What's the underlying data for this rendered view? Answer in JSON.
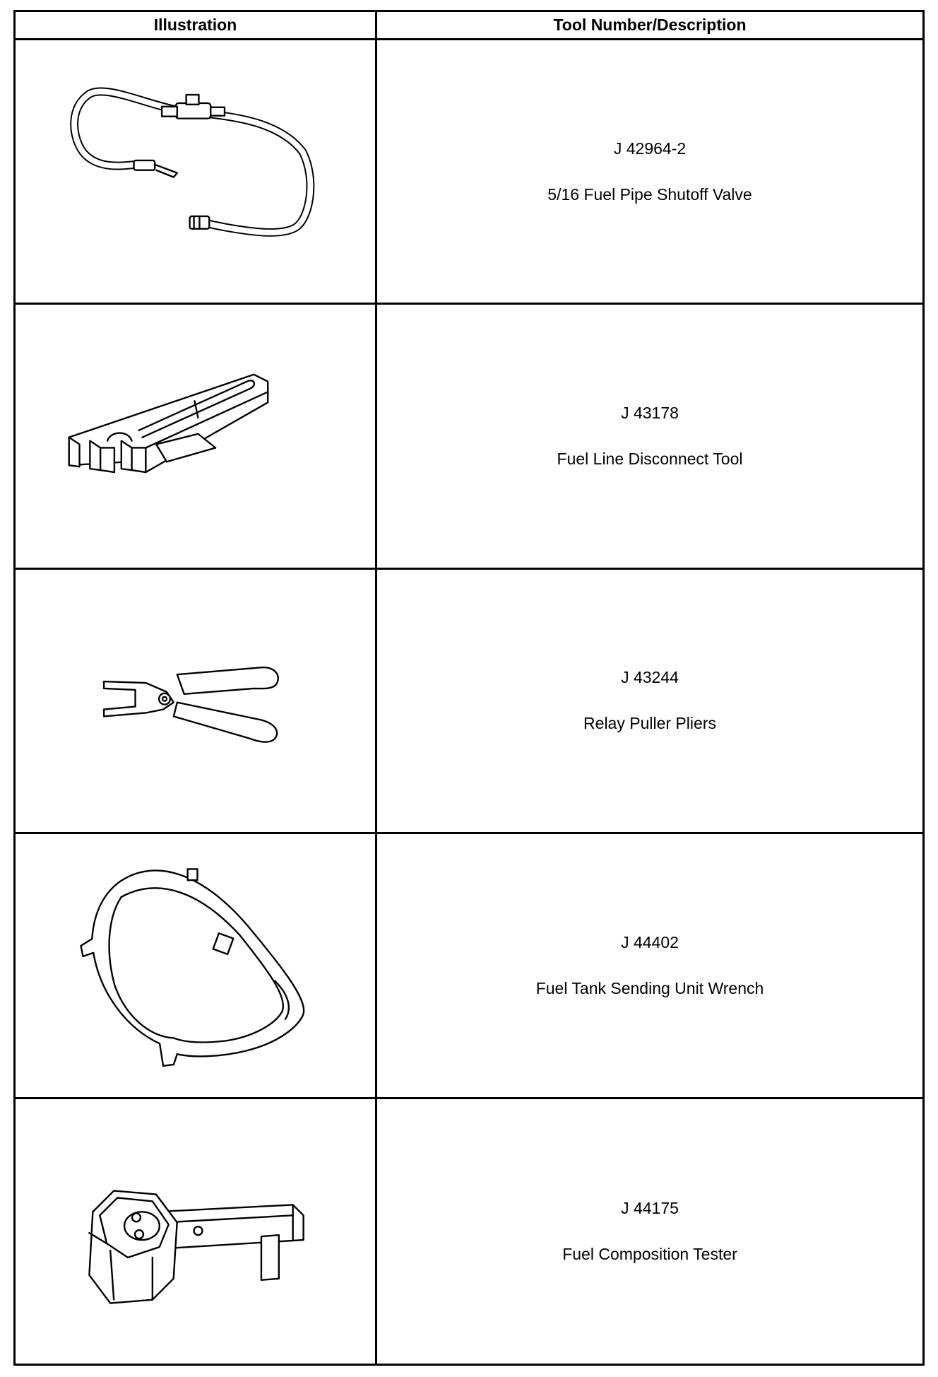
{
  "table": {
    "headers": {
      "illustration": "Illustration",
      "tool": "Tool Number/Description"
    },
    "rows": [
      {
        "number": "J 42964-2",
        "description": "5/16 Fuel Pipe Shutoff Valve",
        "illustration_icon": "fuel-pipe-shutoff-valve-icon"
      },
      {
        "number": "J 43178",
        "description": "Fuel Line Disconnect Tool",
        "illustration_icon": "fuel-line-disconnect-tool-icon"
      },
      {
        "number": "J 43244",
        "description": "Relay Puller Pliers",
        "illustration_icon": "relay-puller-pliers-icon"
      },
      {
        "number": "J 44402",
        "description": "Fuel Tank Sending Unit Wrench",
        "illustration_icon": "sending-unit-wrench-icon"
      },
      {
        "number": "J 44175",
        "description": "Fuel Composition Tester",
        "illustration_icon": "fuel-composition-tester-icon"
      }
    ]
  }
}
